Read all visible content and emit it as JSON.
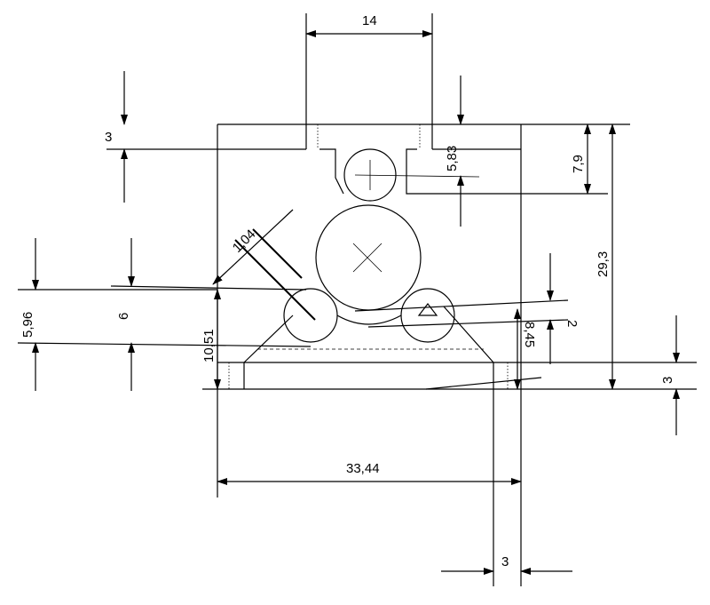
{
  "dimensions": {
    "top_slot_width": "14",
    "top_plate_thickness": "3",
    "slot_depth": "5,83",
    "top_offset": "7,9",
    "overall_height": "29,3",
    "left_gap_1": "5,96",
    "left_gap_2": "6",
    "left_height": "10,51",
    "angled_size": "1,04",
    "right_small": "2",
    "right_height": "8,45",
    "bottom_plate_thickness": "3",
    "overall_width": "33,44",
    "bottom_width": "3"
  }
}
